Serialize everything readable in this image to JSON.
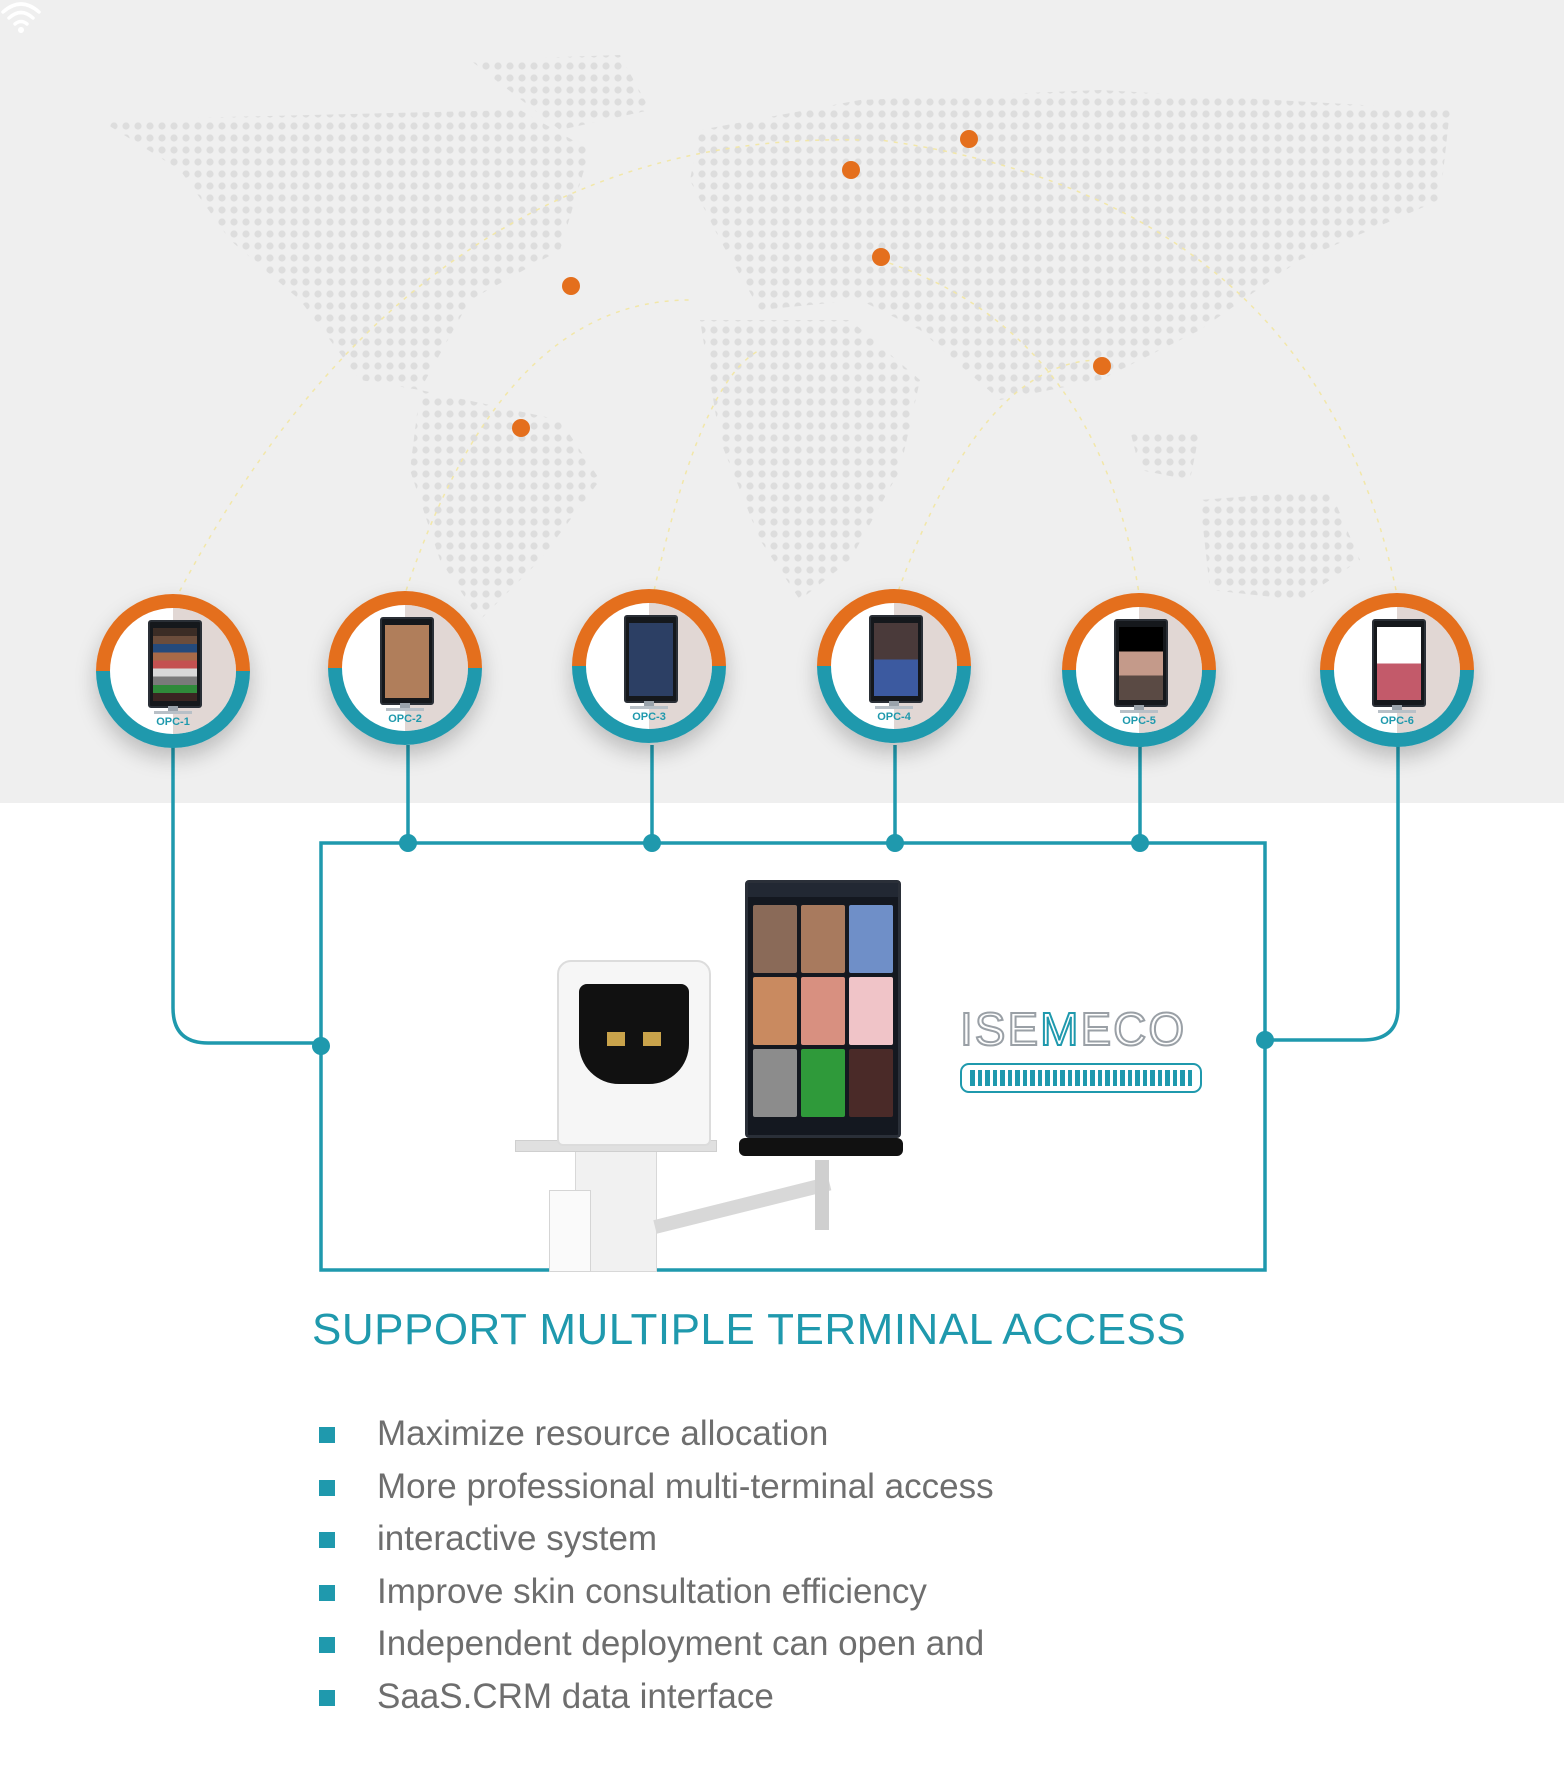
{
  "terminals": [
    {
      "label": "OPC-1",
      "screen": [
        "#3b2c25",
        "#6b4d3c",
        "#244a7c",
        "#a86a48",
        "#c45050",
        "#d8d8d8",
        "#7a7a7a",
        "#2f8a3a",
        "#3a2522"
      ]
    },
    {
      "label": "OPC-2",
      "screen": [
        "#b07e5b"
      ]
    },
    {
      "label": "OPC-3",
      "screen": [
        "#2c3f64"
      ]
    },
    {
      "label": "OPC-4",
      "screen": [
        "#4a3a3a",
        "#3c5aa0"
      ]
    },
    {
      "label": "OPC-5",
      "screen": [
        "#000000",
        "#c49a8a",
        "#5a4a44"
      ]
    },
    {
      "label": "OPC-6",
      "screen": [
        "#ffffff",
        "#c35a6a"
      ]
    }
  ],
  "brand": {
    "prefix": "ISE",
    "middle": "M",
    "suffix": "ECO"
  },
  "heading": "SUPPORT MULTIPLE TERMINAL ACCESS",
  "features": [
    "Maximize resource allocation",
    "More professional multi-terminal access",
    "interactive system",
    "Improve skin consultation efficiency",
    "Independent deployment can open and",
    "SaaS.CRM data interface"
  ],
  "colors": {
    "accent_teal": "#1f99ad",
    "accent_orange": "#e46f1d",
    "map_bg": "#efefef"
  },
  "device_screen": [
    "#8a6a58",
    "#a87a5e",
    "#6f8fc8",
    "#c98a60",
    "#d89080",
    "#f0c4c8",
    "#8c8c8c",
    "#2f9a3a",
    "#4a2a28"
  ],
  "icons": [
    "wifi-icon",
    "location-marker-icon"
  ]
}
